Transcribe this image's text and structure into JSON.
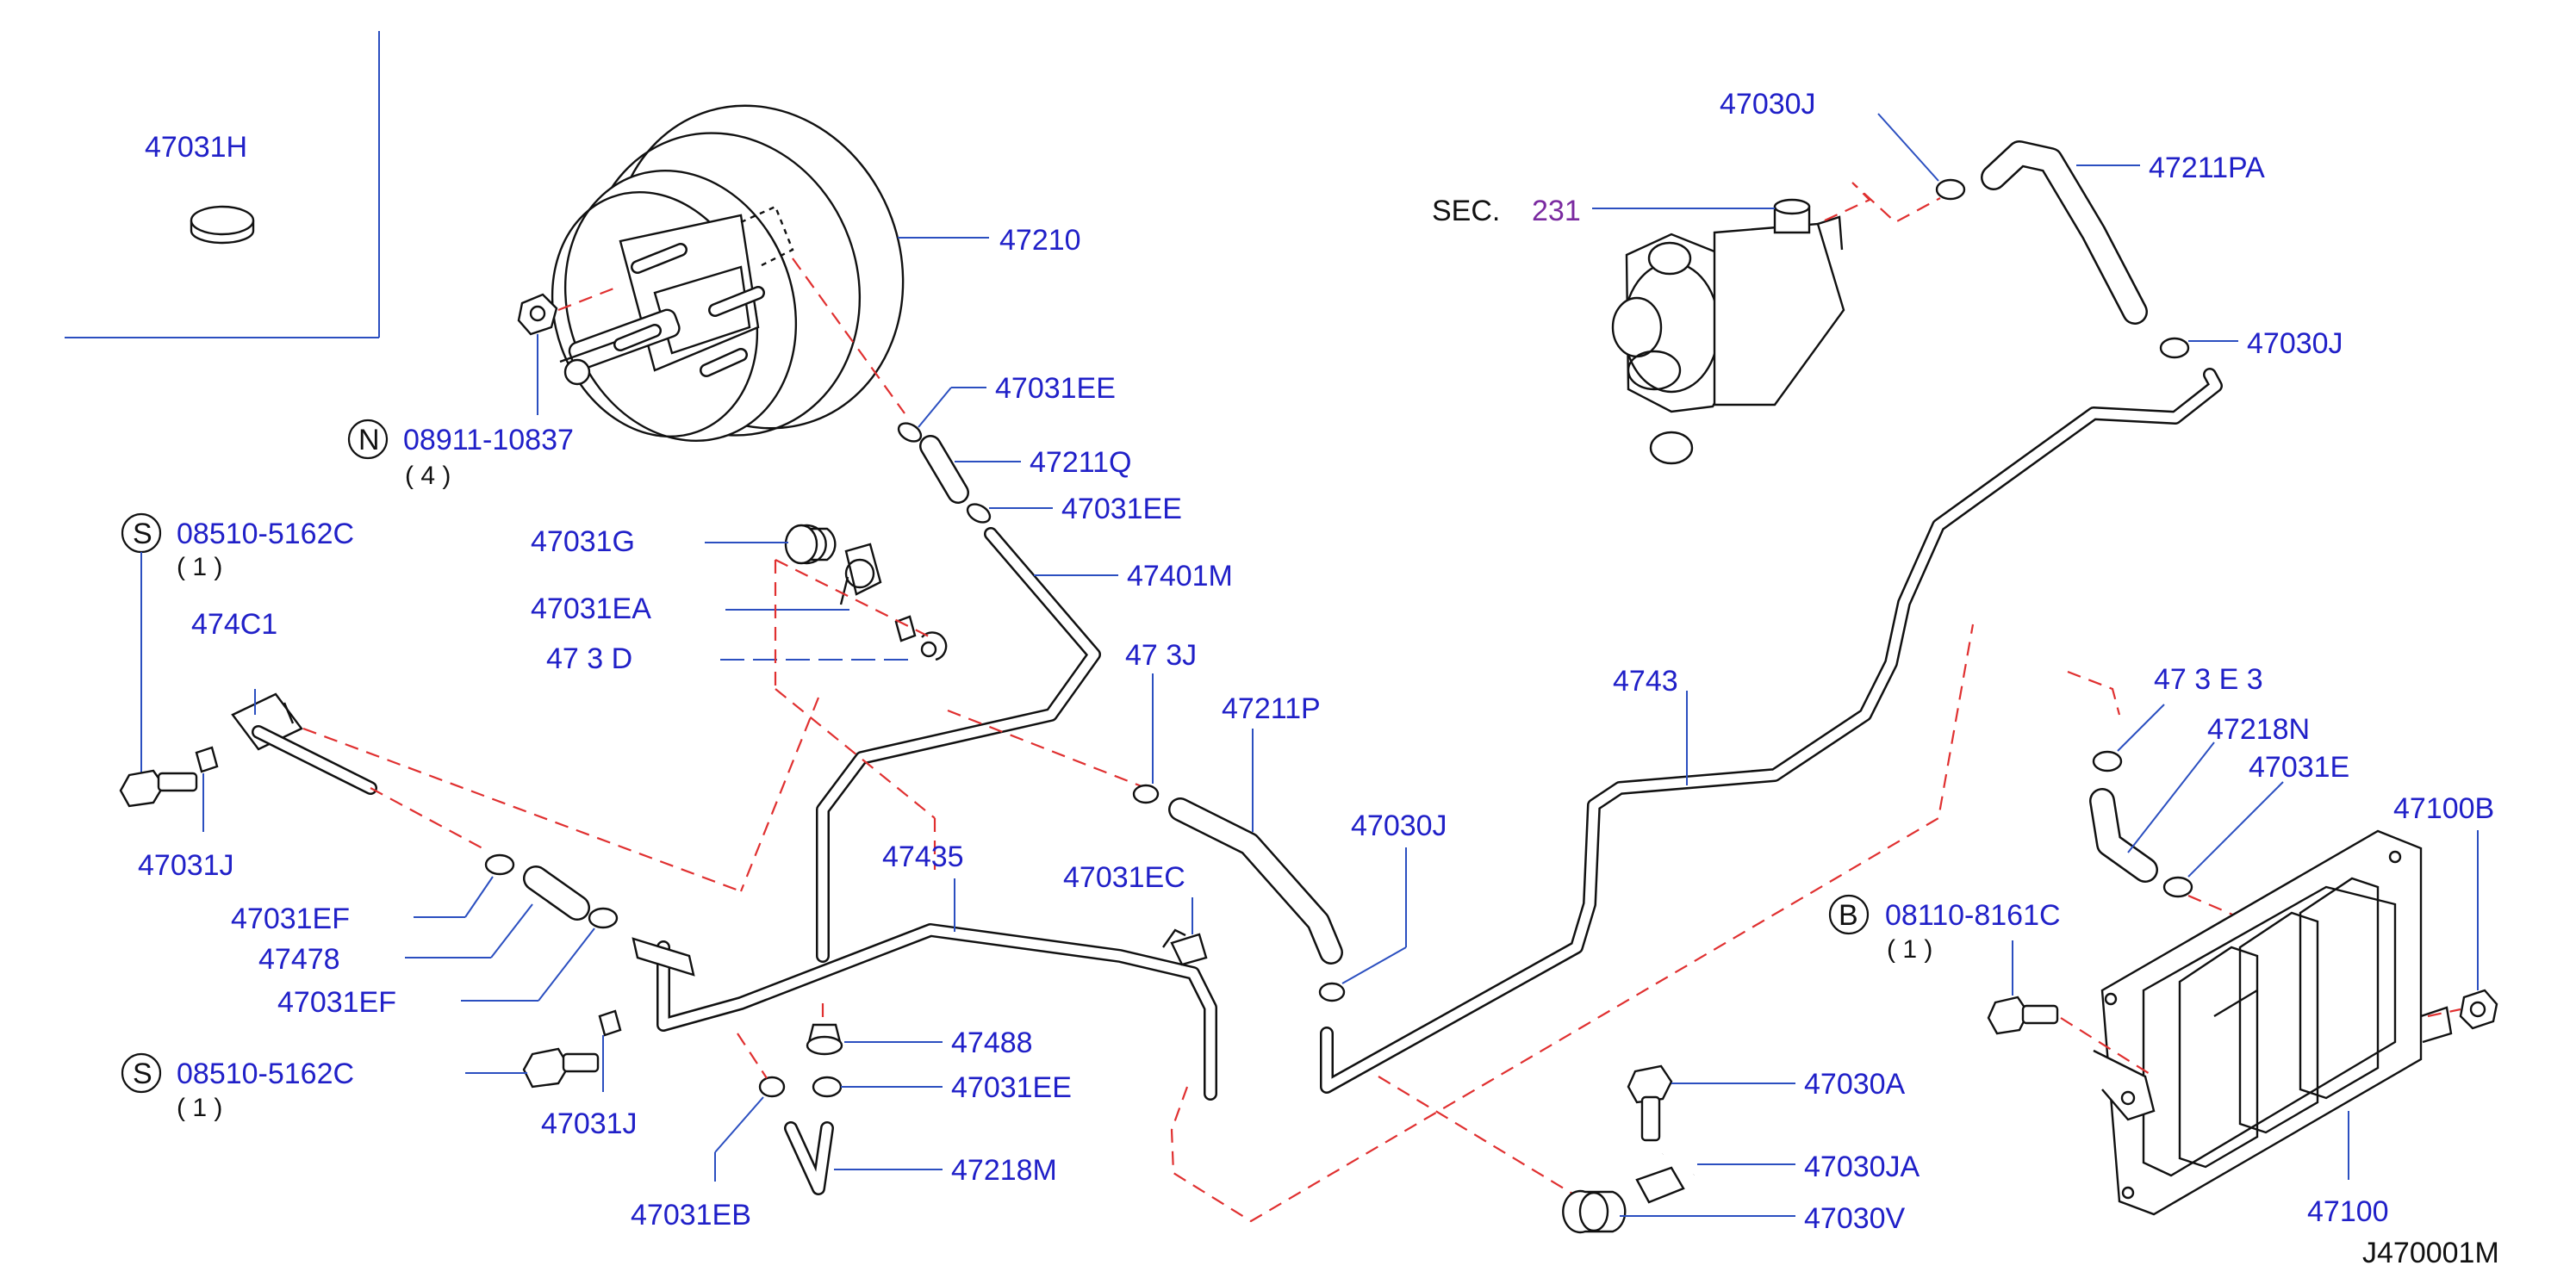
{
  "labels": {
    "p47031H": "47031H",
    "p47210": "47210",
    "p08911": "08911-10837",
    "p08911_qty": "( 4 )",
    "p47031EE_a": "47031EE",
    "p47211Q": "47211Q",
    "p47031EE_b": "47031EE",
    "p47401M": "47401M",
    "p08510_a": "08510-5162C",
    "p08510_a_qty": "( 1 )",
    "p47031G": "47031G",
    "p47031EA": "47031EA",
    "p47401_partial": "474C1",
    "p47031D_partial": "47 3 D",
    "p47031J_a": "47031J",
    "p47031EF_a": "47031EF",
    "p47478": "47478",
    "p47031EF_b": "47031EF",
    "p47435": "47435",
    "p47031EC": "47031EC",
    "p47030J_partial": "47 3J",
    "p47211P": "47211P",
    "p47030J_b": "47030J",
    "p08510_b": "08510-5162C",
    "p08510_b_qty": "( 1 )",
    "p47031J_b": "47031J",
    "p47488": "47488",
    "p47031EE_c": "47031EE",
    "p47218M": "47218M",
    "p47031EB": "47031EB",
    "sec": "SEC.",
    "sec_num": "231",
    "p47030J_top": "47030J",
    "p47211PA": "47211PA",
    "p47030J_c": "47030J",
    "p47437_partial": "4743",
    "p47031E_partial": "47 3 E 3",
    "p47218N": "47218N",
    "p47031E": "47031E",
    "p47100B": "47100B",
    "p08110": "08110-8161C",
    "p08110_qty": "( 1 )",
    "p47030A": "47030A",
    "p47030JA": "47030JA",
    "p47030V": "47030V",
    "p47100": "47100",
    "diagram_id": "J470001M"
  },
  "markers": {
    "n": "N",
    "s1": "S",
    "s2": "S",
    "b": "B"
  }
}
